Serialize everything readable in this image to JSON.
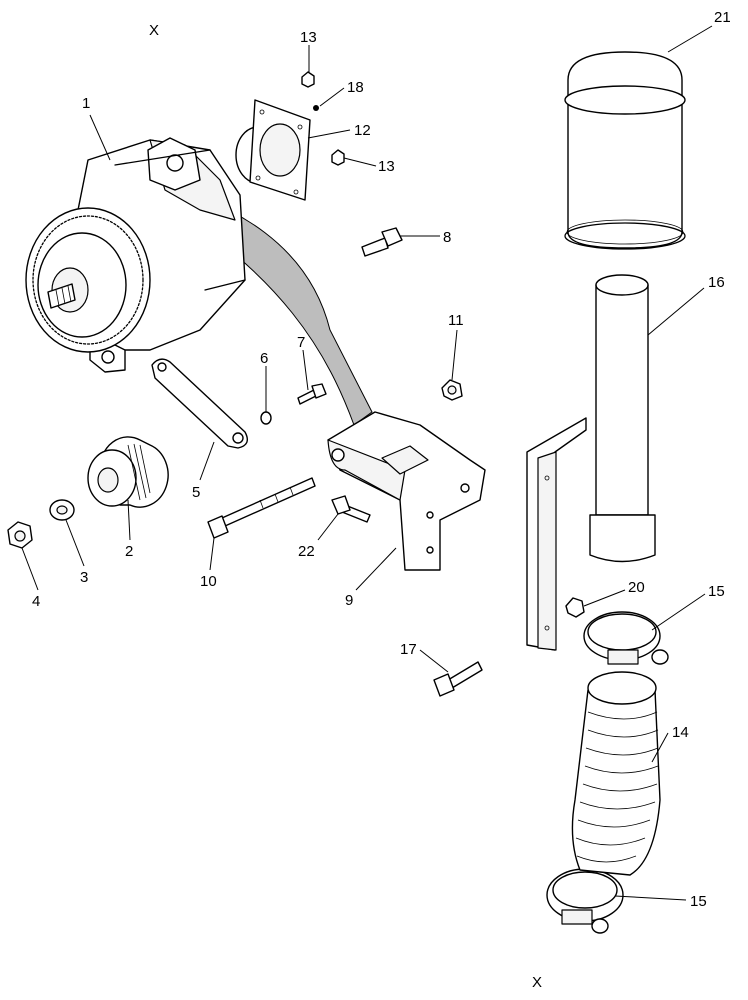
{
  "sheet_marks": {
    "top": "X",
    "bottom": "X"
  },
  "callouts": [
    {
      "id": "c1",
      "text": "1"
    },
    {
      "id": "c2",
      "text": "2"
    },
    {
      "id": "c3",
      "text": "3"
    },
    {
      "id": "c4",
      "text": "4"
    },
    {
      "id": "c5",
      "text": "5"
    },
    {
      "id": "c6",
      "text": "6"
    },
    {
      "id": "c7",
      "text": "7"
    },
    {
      "id": "c8",
      "text": "8"
    },
    {
      "id": "c9",
      "text": "9"
    },
    {
      "id": "c10",
      "text": "10"
    },
    {
      "id": "c11",
      "text": "11"
    },
    {
      "id": "c12",
      "text": "12"
    },
    {
      "id": "c13a",
      "text": "13"
    },
    {
      "id": "c13b",
      "text": "13"
    },
    {
      "id": "c14",
      "text": "14"
    },
    {
      "id": "c15a",
      "text": "15"
    },
    {
      "id": "c15b",
      "text": "15"
    },
    {
      "id": "c16",
      "text": "16"
    },
    {
      "id": "c17",
      "text": "17"
    },
    {
      "id": "c18",
      "text": "18"
    },
    {
      "id": "c20",
      "text": "20"
    },
    {
      "id": "c21",
      "text": "21"
    },
    {
      "id": "c22",
      "text": "22"
    }
  ]
}
